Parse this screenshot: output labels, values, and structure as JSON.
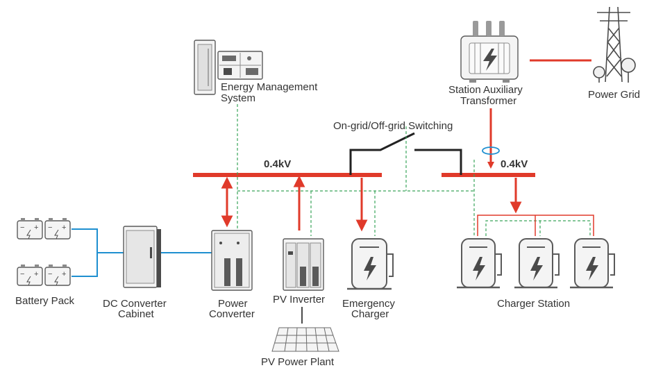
{
  "labels": {
    "energy_management_line1": "Energy Management",
    "energy_management_line2": "System",
    "switching": "On-grid/Off-grid Switching",
    "bus_left": "0.4kV",
    "bus_right": "0.4kV",
    "transformer_line1": "Station Auxiliary",
    "transformer_line2": "Transformer",
    "power_grid": "Power Grid",
    "battery_pack": "Battery Pack",
    "dc_cabinet_line1": "DC Converter",
    "dc_cabinet_line2": "Cabinet",
    "power_converter_line1": "Power",
    "power_converter_line2": "Converter",
    "pv_inverter": "PV Inverter",
    "emergency_charger_line1": "Emergency",
    "emergency_charger_line2": "Charger",
    "charger_station": "Charger Station",
    "pv_power_plant": "PV Power Plant"
  },
  "colors": {
    "power_line": "#e03a2a",
    "control_line": "#3aa55a",
    "dc_line": "#1e8fd0",
    "switch_line": "#222222",
    "ct_ring": "#1e8fd0"
  },
  "icons": {
    "battery": "battery-icon",
    "cabinet": "cabinet-icon",
    "converter": "converter-icon",
    "inverter": "inverter-icon",
    "charger": "ev-charger-icon",
    "solar_panel": "solar-panel-icon",
    "transformer": "transformer-icon",
    "pylon": "pylon-icon",
    "server": "server-rack-icon",
    "monitor": "monitor-icon"
  }
}
